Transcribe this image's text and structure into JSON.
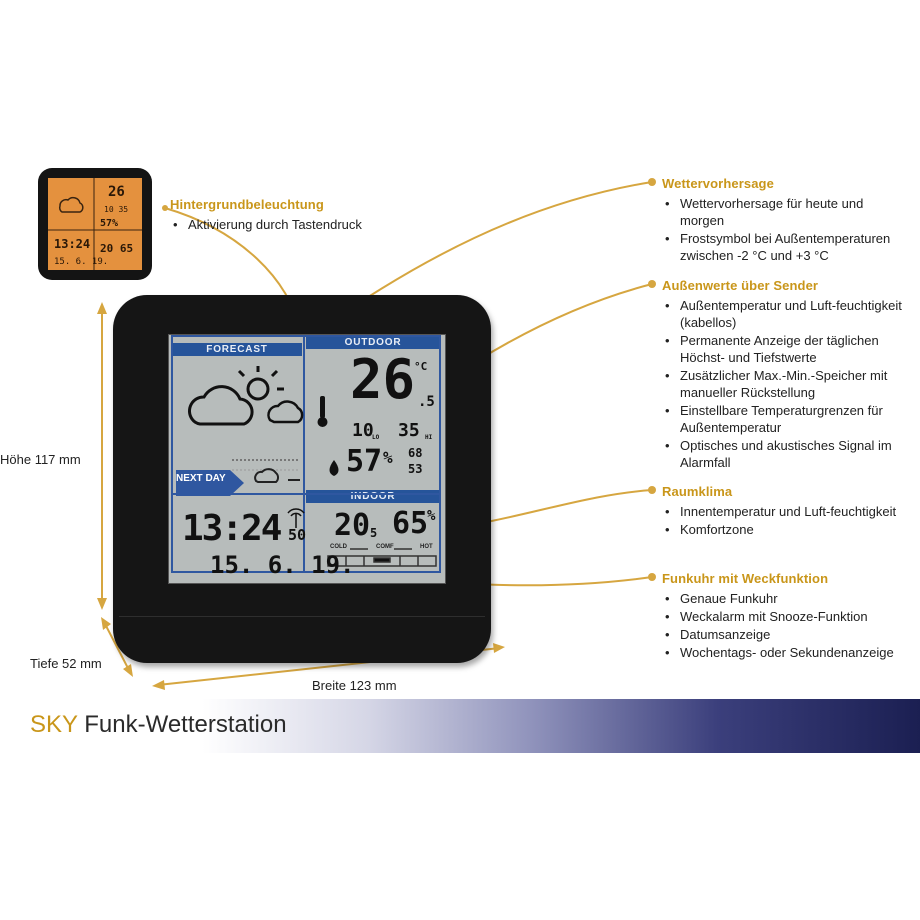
{
  "backlight": {
    "heading": "Hintergrundbeleuchtung",
    "items": [
      "Aktivierung durch Tastendruck"
    ]
  },
  "sections": [
    {
      "heading": "Wettervorhersage",
      "items": [
        "Wettervorhersage für heute und morgen",
        "Frostsymbol bei Außentemperaturen zwischen -2 °C und +3 °C"
      ]
    },
    {
      "heading": "Außenwerte über Sender",
      "items": [
        "Außentemperatur und Luft-feuchtigkeit (kabellos)",
        "Permanente Anzeige der täglichen Höchst- und Tiefstwerte",
        "Zusätzlicher Max.-Min.-Speicher mit manueller Rückstellung",
        "Einstellbare Temperaturgrenzen für Außentemperatur",
        "Optisches und akustisches Signal im Alarmfall"
      ]
    },
    {
      "heading": "Raumklima",
      "items": [
        "Innentemperatur und Luft-feuchtigkeit",
        "Komfortzone"
      ]
    },
    {
      "heading": "Funkuhr mit Weckfunktion",
      "items": [
        "Genaue Funkuhr",
        "Weckalarm mit Snooze-Funktion",
        "Datumsanzeige",
        "Wochentags- oder Sekundenanzeige"
      ]
    }
  ],
  "dimensions": {
    "height": "Höhe 117 mm",
    "depth": "Tiefe 52 mm",
    "width": "Breite 123 mm"
  },
  "product": {
    "brand": "SKY",
    "name": "Funk-Wetterstation"
  },
  "display": {
    "forecast_label": "FORECAST",
    "outdoor_label": "OUTDOOR",
    "indoor_label": "INDOOR",
    "next_day": "NEXT DAY",
    "outdoor_temp": "26",
    "outdoor_temp_dec": ".5",
    "temp_unit": "°C",
    "outdoor_min": "10",
    "outdoor_max": "35",
    "lo": "LO",
    "hi": "HI",
    "outdoor_hum": "57",
    "pct": "%",
    "hum_max": "68",
    "hum_min": "53",
    "time": "13:24",
    "seconds": "50",
    "date": "15. 6. 19.",
    "indoor_temp": "20",
    "indoor_temp_dec": "5",
    "indoor_hum": "65",
    "cold": "COLD",
    "comf": "COMF",
    "hot": "HOT"
  },
  "colors": {
    "accent": "#c9961a",
    "lcd_label": "#26549a",
    "backlight": "#e4913e"
  }
}
